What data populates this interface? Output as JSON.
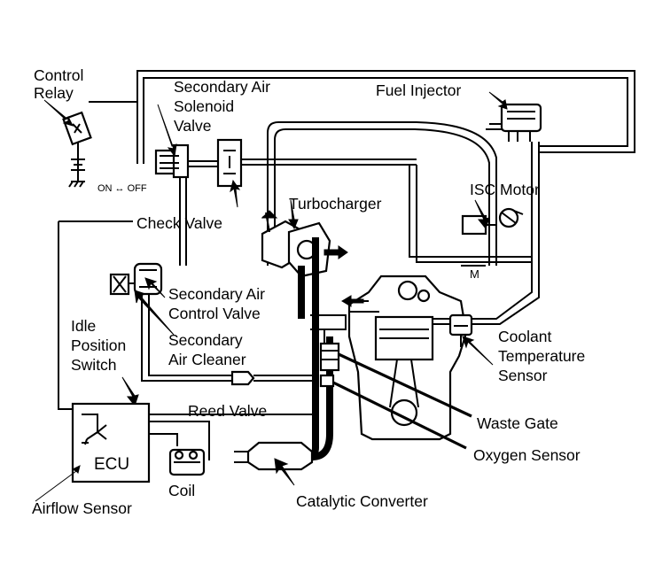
{
  "labels": {
    "control_relay_1": "Control",
    "control_relay_2": "Relay",
    "sec_air_solenoid_1": "Secondary Air",
    "sec_air_solenoid_2": "Solenoid",
    "sec_air_solenoid_3": "Valve",
    "fuel_injector": "Fuel Injector",
    "isc_motor": "ISC Motor",
    "turbocharger": "Turbocharger",
    "on_off": "ON ↔ OFF",
    "check_valve": "Check Valve",
    "m_marker": "M",
    "sec_air_control_1": "Secondary Air",
    "sec_air_control_2": "Control Valve",
    "idle_position_1": "Idle",
    "idle_position_2": "Position",
    "idle_position_3": "Switch",
    "sec_air_cleaner_1": "Secondary",
    "sec_air_cleaner_2": "Air Cleaner",
    "coolant_1": "Coolant",
    "coolant_2": "Temperature",
    "coolant_3": "Sensor",
    "reed_valve": "Reed Valve",
    "waste_gate": "Waste Gate",
    "ecu": "ECU",
    "oxygen_sensor": "Oxygen Sensor",
    "coil": "Coil",
    "airflow_sensor": "Airflow Sensor",
    "catalytic_converter": "Catalytic Converter"
  },
  "colors": {
    "ink": "#000000",
    "paper": "#ffffff"
  }
}
